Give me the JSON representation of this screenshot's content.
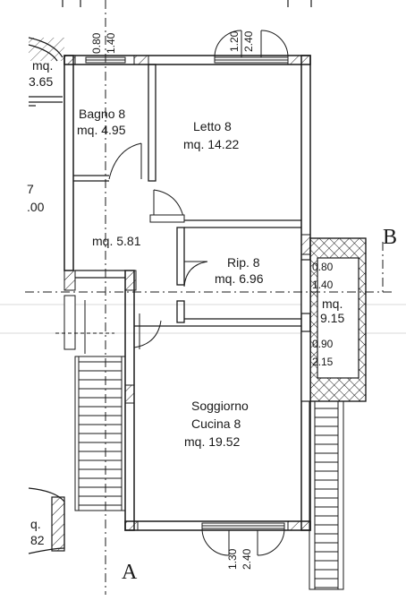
{
  "rooms": {
    "bagno": {
      "name": "Bagno 8",
      "area": "mq. 4.95"
    },
    "letto": {
      "name": "Letto 8",
      "area": "mq. 14.22"
    },
    "disimpegno": {
      "area": "mq. 5.81"
    },
    "ripostiglio": {
      "name": "Rip. 8",
      "area": "mq. 6.96"
    },
    "soggiorno": {
      "name1": "Soggiorno",
      "name2": "Cucina 8",
      "area": "mq. 19.52"
    },
    "balcone": {
      "area1": "mq.",
      "area2": "9.15"
    }
  },
  "dimensions": {
    "bagno_window": {
      "w": "0.80",
      "h": "1.40"
    },
    "letto_window": {
      "w": "1.20",
      "h": "2.40"
    },
    "balcony_window": {
      "w": "0.80",
      "h": "1.40"
    },
    "balcony_door": {
      "w": "0.90",
      "h": "2.15"
    },
    "soggiorno_window": {
      "w": "1.30",
      "h": "2.40"
    }
  },
  "partial_labels": {
    "top_left_area": "mq.",
    "top_left_value": "3.65",
    "left_mid_a": "7",
    "left_mid_b": ".00",
    "bottom_left_area": "q.",
    "bottom_left_value": "82"
  },
  "section_markers": {
    "a": "A",
    "b": "B"
  },
  "colors": {
    "ink": "#1a1a1a",
    "paper": "#ffffff",
    "grid": "#bfbfbf",
    "shade": "#e8e8e8"
  }
}
